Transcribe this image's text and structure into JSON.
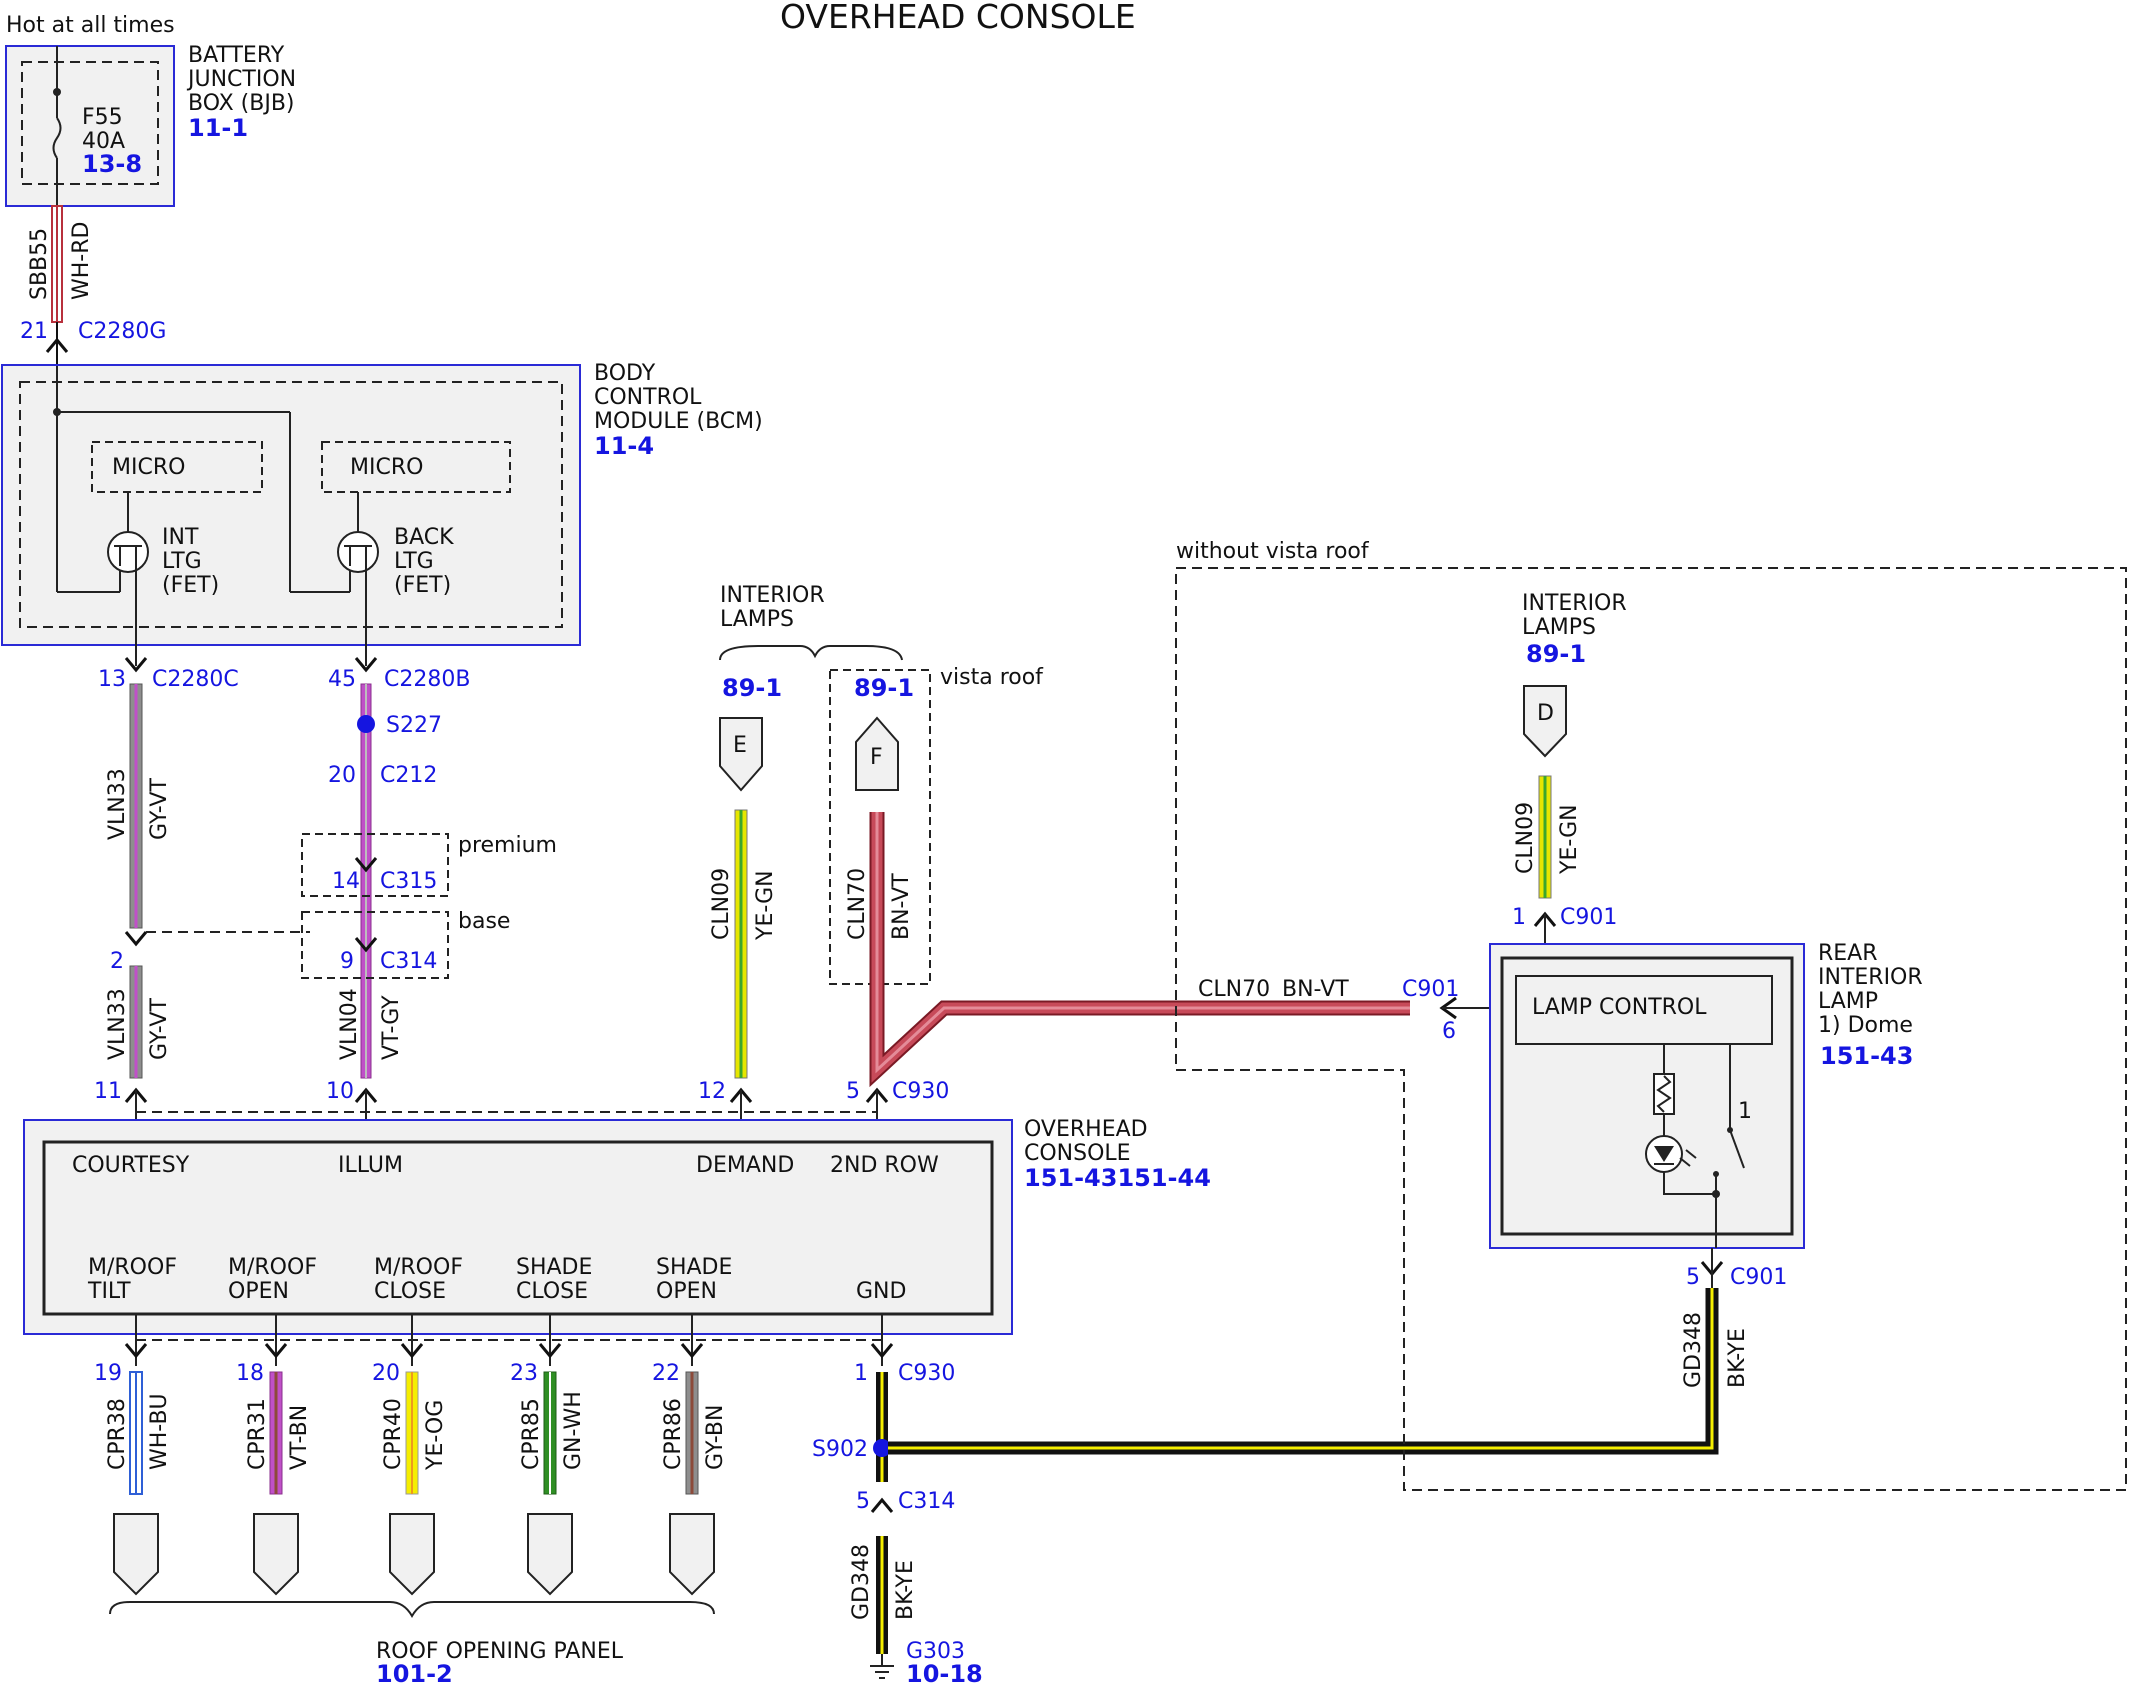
{
  "title": "OVERHEAD CONSOLE",
  "colors": {
    "box_stroke": "#2a2ad6",
    "box_fill": "#f1f1f1",
    "connector_ref": "#1515e0",
    "gy": "#8e8e8e",
    "vt": "#c050c8",
    "ye": "#e6e600",
    "gn": "#3aa62d",
    "rd": "#b8303c",
    "bn": "#8c4a3a",
    "bk": "#111111",
    "bu": "#2e5fd6",
    "og": "#ee9a1c",
    "wh": "#ffffff"
  },
  "bjb": {
    "hot_label": "Hot at all times",
    "name": [
      "BATTERY",
      "JUNCTION",
      "BOX (BJB)"
    ],
    "ref": "11-1",
    "fuse_name": "F55",
    "fuse_rating": "40A",
    "fuse_ref": "13-8"
  },
  "wire_sbb55": {
    "circuit": "SBB55",
    "color": "WH-RD",
    "pin": "21",
    "connector": "C2280G"
  },
  "bcm": {
    "name": [
      "BODY",
      "CONTROL",
      "MODULE (BCM)"
    ],
    "ref": "11-4",
    "micro1": "MICRO",
    "micro2": "MICRO",
    "fet1": [
      "INT",
      "LTG",
      "(FET)"
    ],
    "fet2": [
      "BACK",
      "LTG",
      "(FET)"
    ]
  },
  "left_chain": {
    "pin_top": "13",
    "conn_top": "C2280C",
    "circuit1": "VLN33",
    "color1": "GY-VT",
    "pin_mid": "2",
    "circuit2": "VLN33",
    "color2": "GY-VT",
    "pin_bottom": "11"
  },
  "illum_chain": {
    "pin_top": "45",
    "conn_top": "C2280B",
    "splice": "S227",
    "pin_c212": "20",
    "conn_c212": "C212",
    "variant_premium": "premium",
    "pin_c315": "14",
    "conn_c315": "C315",
    "variant_base": "base",
    "pin_c314": "9",
    "conn_c314": "C314",
    "circuit": "VLN04",
    "color": "VT-GY",
    "pin_bottom": "10"
  },
  "interior_lamps_left": {
    "label": [
      "INTERIOR",
      "LAMPS"
    ],
    "ref_e": "89-1",
    "tag_e": "E",
    "ref_f": "89-1",
    "tag_f": "F",
    "vista": "vista roof",
    "circuit_e": "CLN09",
    "color_e": "YE-GN",
    "circuit_f": "CLN70",
    "color_f": "BN-VT",
    "pin_e": "12",
    "pin_f": "5",
    "conn": "C930"
  },
  "overhead": {
    "name": [
      "OVERHEAD",
      "CONSOLE"
    ],
    "refs": "151-43151-44",
    "top_labels": [
      "COURTESY",
      "ILLUM",
      "DEMAND",
      "2ND ROW"
    ],
    "bottom_labels": [
      [
        "M/ROOF",
        "TILT"
      ],
      [
        "M/ROOF",
        "OPEN"
      ],
      [
        "M/ROOF",
        "CLOSE"
      ],
      [
        "SHADE",
        "CLOSE"
      ],
      [
        "SHADE",
        "OPEN"
      ],
      [
        "",
        "GND"
      ]
    ]
  },
  "roof_wires": [
    {
      "pin": "19",
      "circuit": "CPR38",
      "color": "WH-BU"
    },
    {
      "pin": "18",
      "circuit": "CPR31",
      "color": "VT-BN"
    },
    {
      "pin": "20",
      "circuit": "CPR40",
      "color": "YE-OG"
    },
    {
      "pin": "23",
      "circuit": "CPR85",
      "color": "GN-WH"
    },
    {
      "pin": "22",
      "circuit": "CPR86",
      "color": "GY-BN"
    }
  ],
  "roof_panel": {
    "label": "ROOF OPENING PANEL",
    "ref": "101-2"
  },
  "ground_chain": {
    "pin_c930": "1",
    "conn_c930": "C930",
    "splice": "S902",
    "pin_c314": "5",
    "conn_c314": "C314",
    "circuit": "GD348",
    "color": "BK-YE",
    "ground": "G303",
    "ground_ref": "10-18"
  },
  "without_vista": "without vista roof",
  "cln70_run": {
    "circuit": "CLN70",
    "color": "BN-VT",
    "conn": "C901",
    "pin": "6"
  },
  "interior_lamps_right": {
    "label": [
      "INTERIOR",
      "LAMPS"
    ],
    "ref": "89-1",
    "tag": "D",
    "circuit": "CLN09",
    "color": "YE-GN",
    "pin": "1",
    "conn": "C901"
  },
  "rear_lamp": {
    "name": [
      "REAR",
      "INTERIOR",
      "LAMP",
      "1) Dome"
    ],
    "ref": "151-43",
    "control": "LAMP CONTROL",
    "switch_note": "1"
  },
  "rear_ground": {
    "pin": "5",
    "conn": "C901",
    "circuit": "GD348",
    "color": "BK-YE"
  }
}
